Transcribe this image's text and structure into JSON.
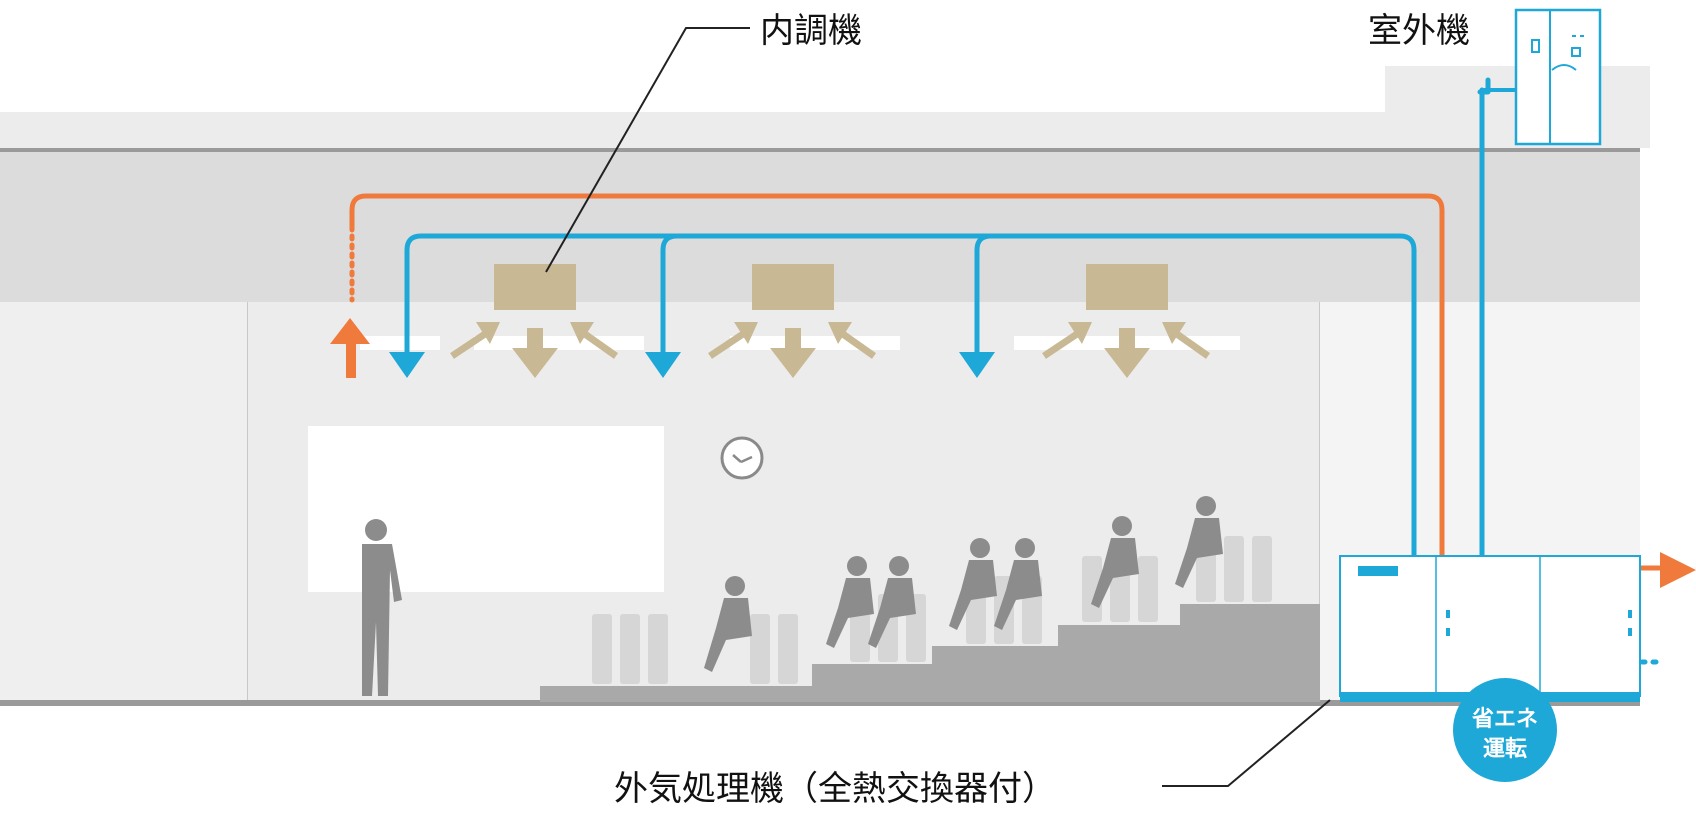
{
  "labels": {
    "indoor_unit": "内調機",
    "outdoor_unit": "室外機",
    "outside_air_unit": "外気処理機（全熱交換器付）",
    "eco_badge_line1": "省エネ",
    "eco_badge_line2": "運転"
  },
  "colors": {
    "supply_duct": "#1ea8d8",
    "exhaust_duct": "#f07a3c",
    "indoor_unit": "#c8b994",
    "ceiling": "#dcdcdc",
    "room": "#ececec",
    "stairs": "#a9a9a9",
    "people": "#8c8c8c"
  },
  "icons": [
    "clock-icon",
    "person-icon",
    "chair-icon",
    "arrow-down-icon",
    "arrow-up-icon",
    "arrow-right-icon"
  ]
}
